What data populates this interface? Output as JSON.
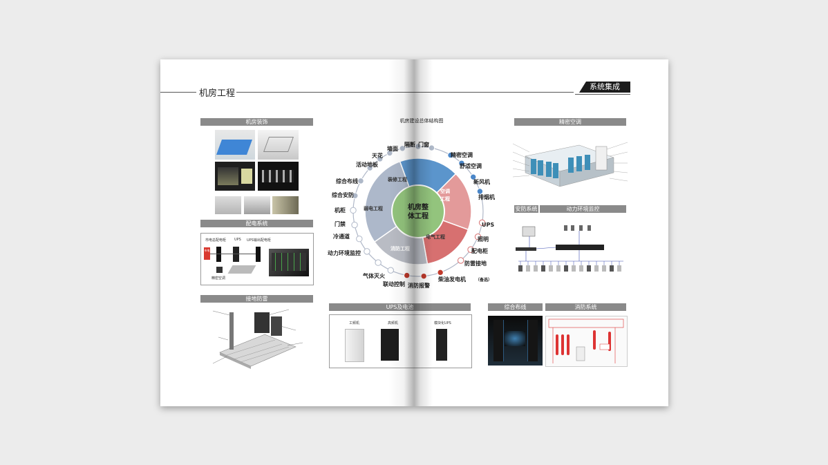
{
  "header": {
    "left_title": "机房工程",
    "right_badge": "系统集成"
  },
  "sections": {
    "decoration": "机房装饰",
    "power": "配电系统",
    "grounding": "接地防雷",
    "ups": "UPS及电池",
    "ac": "精密空调",
    "security": "安防系统",
    "env": "动力环境监控",
    "cabling": "综合布线",
    "fire": "消防系统"
  },
  "diagram": {
    "title": "机房建设总体结构图",
    "center": [
      "机房整",
      "体工程"
    ],
    "segments": {
      "decor": "装修工程",
      "ac": [
        "空调",
        "工程"
      ],
      "weak": "弱电工程",
      "fire": "消防工程",
      "elec": "电气工程"
    },
    "outer": {
      "wall": "墙面",
      "partition": "隔断",
      "door": "门窗",
      "ceiling": "天花",
      "floor": "活动地板",
      "pac": "精密空调",
      "comfort": "舒适空调",
      "fresh": "新风机",
      "exhaust": "排烟机",
      "cabling": "综合布线",
      "security": "综合安防",
      "cabinet": "机柜",
      "access": "门禁",
      "cold": "冷通道",
      "env": "动力环境监控",
      "ups": "UPS",
      "light": "照明",
      "dist": "配电柜",
      "ground": "防雷接地",
      "diesel": "柴油发电机",
      "optional": "（备选）",
      "gas": "气体灭火",
      "link": "联动控制",
      "alarm": "消防报警"
    }
  },
  "power": {
    "grid": "市电总配电柜",
    "ups": "UPS",
    "ups_out": "UPS输出配电柜",
    "pac": "精密空调",
    "mains": "市电"
  },
  "ups_box": {
    "industrial": "工频机",
    "hf": "高频机",
    "modular": "模块化UPS"
  },
  "colors": {
    "decor": "#adb8ca",
    "ac": "#5b95cc",
    "weak": "#b9bcc4",
    "fire": "#d77070",
    "elec": "#e39a9a",
    "center": "#93c47d"
  }
}
